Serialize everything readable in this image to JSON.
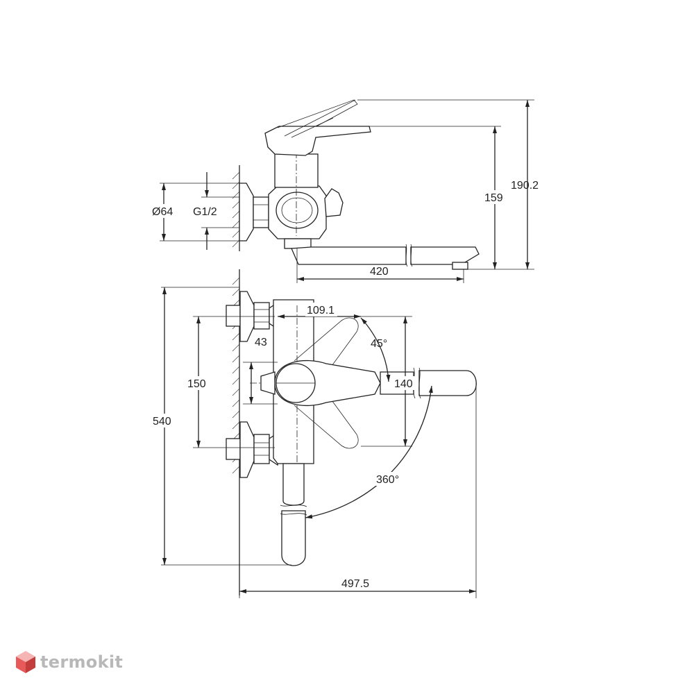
{
  "dimensions": {
    "flange_diameter": "Ø64",
    "thread": "G1/2",
    "spout_length": "420",
    "height_spout": "159",
    "height_total": "190.2",
    "lever_offset": "109.1",
    "inlet_offset": "43",
    "lever_angle": "45°",
    "inlet_spacing": "150",
    "lever_length": "140",
    "total_height": "540",
    "spout_rotation": "360°",
    "total_depth": "497.5"
  },
  "brand": {
    "name": "termokit",
    "colors": {
      "primary": "#e85a5a",
      "light": "#f5b5b5",
      "dark": "#c43d3d"
    }
  }
}
